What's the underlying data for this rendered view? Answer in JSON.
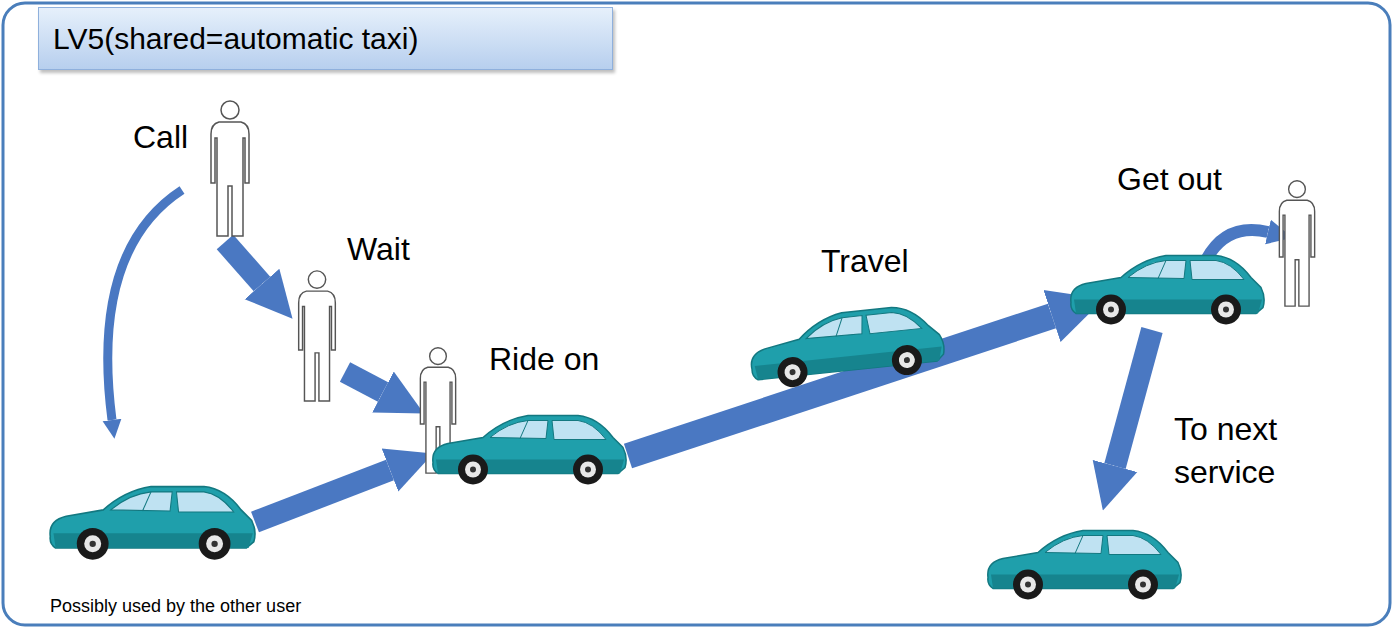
{
  "diagram": {
    "title": "LV5(shared=automatic taxi)",
    "labels": [
      "Call",
      "Wait",
      "Ride on",
      "Travel",
      "Get out",
      "To next service",
      "Possibly used by the other user"
    ]
  }
}
